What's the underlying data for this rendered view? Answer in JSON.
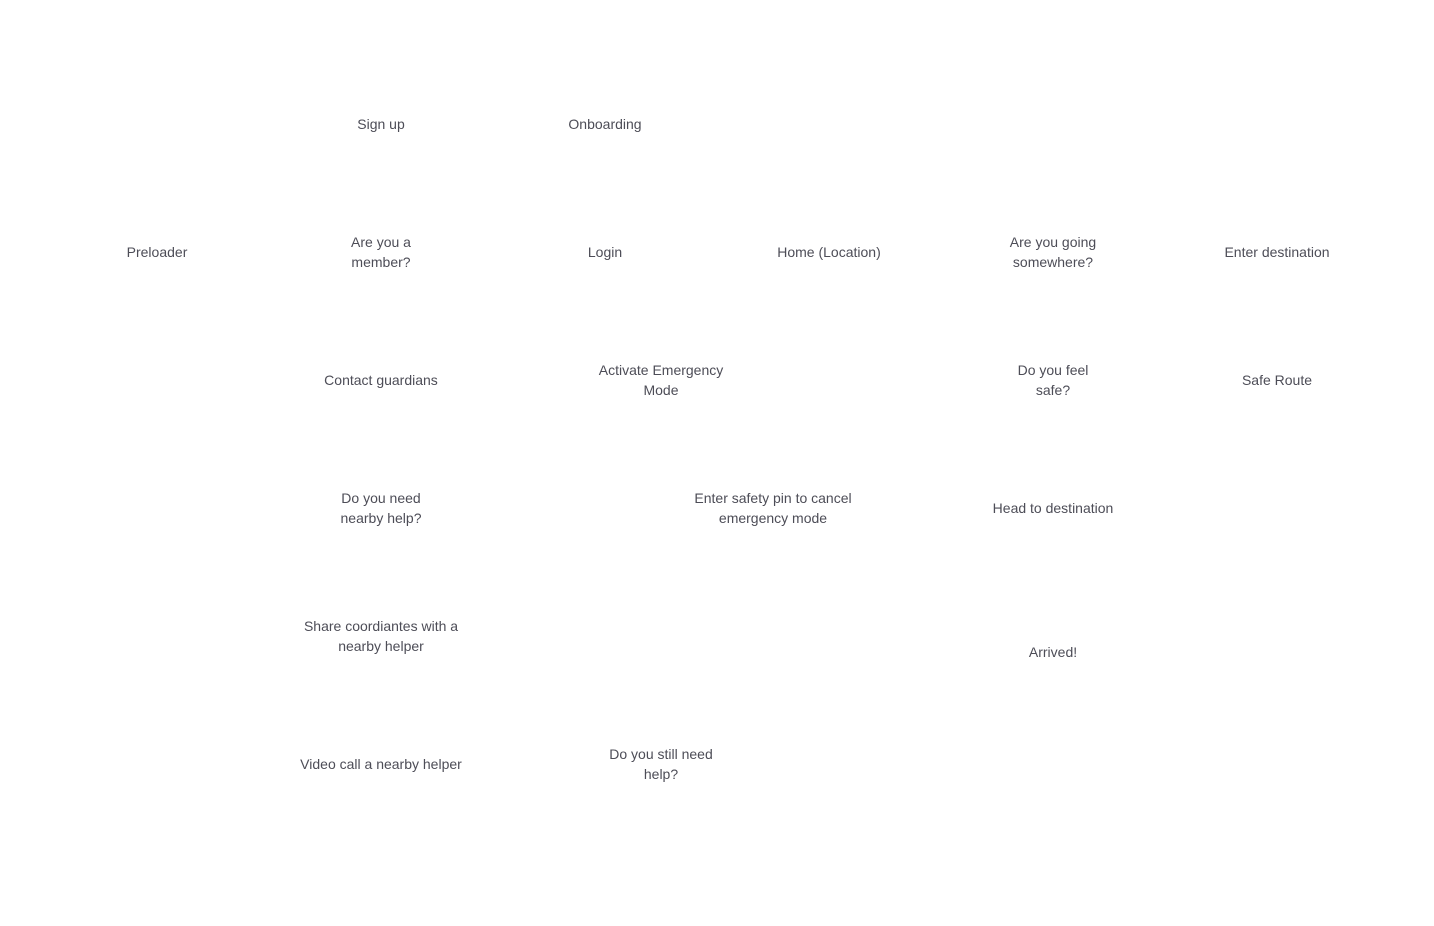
{
  "flow": {
    "nodes": [
      {
        "id": "sign-up",
        "lines": [
          "Sign up"
        ]
      },
      {
        "id": "onboarding",
        "lines": [
          "Onboarding"
        ]
      },
      {
        "id": "preloader",
        "lines": [
          "Preloader"
        ]
      },
      {
        "id": "are-you-member",
        "lines": [
          "Are you a",
          "member?"
        ]
      },
      {
        "id": "login",
        "lines": [
          "Login"
        ]
      },
      {
        "id": "home-location",
        "lines": [
          "Home (Location)"
        ]
      },
      {
        "id": "are-you-going-somewhere",
        "lines": [
          "Are you going",
          "somewhere?"
        ]
      },
      {
        "id": "enter-destination",
        "lines": [
          "Enter destination"
        ]
      },
      {
        "id": "contact-guardians",
        "lines": [
          "Contact guardians"
        ]
      },
      {
        "id": "activate-emergency-mode",
        "lines": [
          "Activate Emergency",
          "Mode"
        ]
      },
      {
        "id": "do-you-feel-safe",
        "lines": [
          "Do you feel",
          "safe?"
        ]
      },
      {
        "id": "safe-route",
        "lines": [
          "Safe Route"
        ]
      },
      {
        "id": "do-you-need-nearby-help",
        "lines": [
          "Do you need",
          "nearby help?"
        ]
      },
      {
        "id": "enter-safety-pin",
        "lines": [
          "Enter safety pin to cancel",
          "emergency mode"
        ]
      },
      {
        "id": "head-to-destination",
        "lines": [
          "Head to destination"
        ]
      },
      {
        "id": "share-coordinates",
        "lines": [
          "Share coordiantes with a",
          "nearby helper"
        ]
      },
      {
        "id": "arrived",
        "lines": [
          "Arrived!"
        ]
      },
      {
        "id": "video-call-helper",
        "lines": [
          "Video call a nearby helper"
        ]
      },
      {
        "id": "do-you-still-need-help",
        "lines": [
          "Do you still need",
          "help?"
        ]
      }
    ]
  }
}
